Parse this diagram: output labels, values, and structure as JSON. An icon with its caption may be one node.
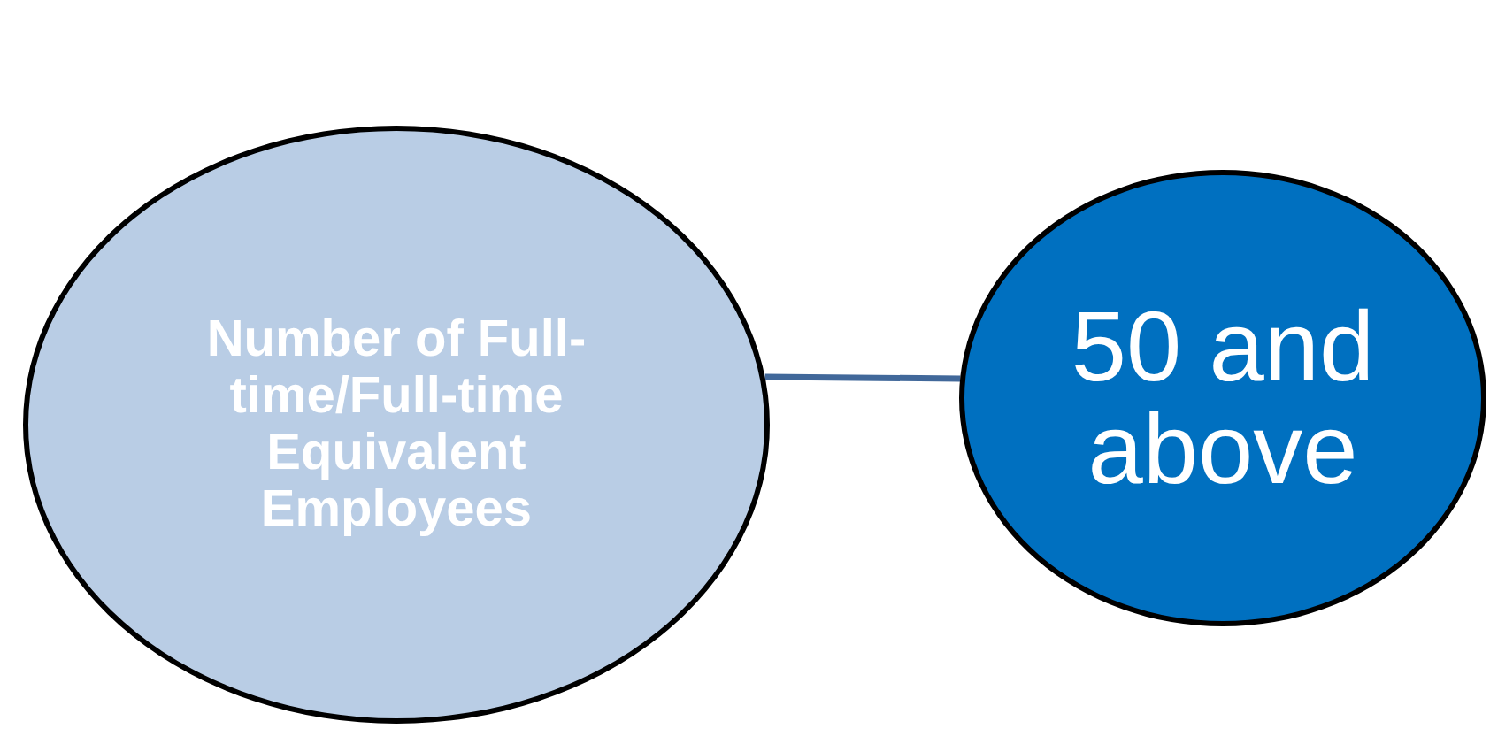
{
  "diagram": {
    "nodes": [
      {
        "text": [
          "Number of Full-time/Full-time Equivalent Employees"
        ]
      },
      {
        "text": [
          "50 and above"
        ]
      }
    ],
    "edges": [
      {
        "from": 0,
        "to": 1,
        "arrow": "none"
      }
    ]
  }
}
